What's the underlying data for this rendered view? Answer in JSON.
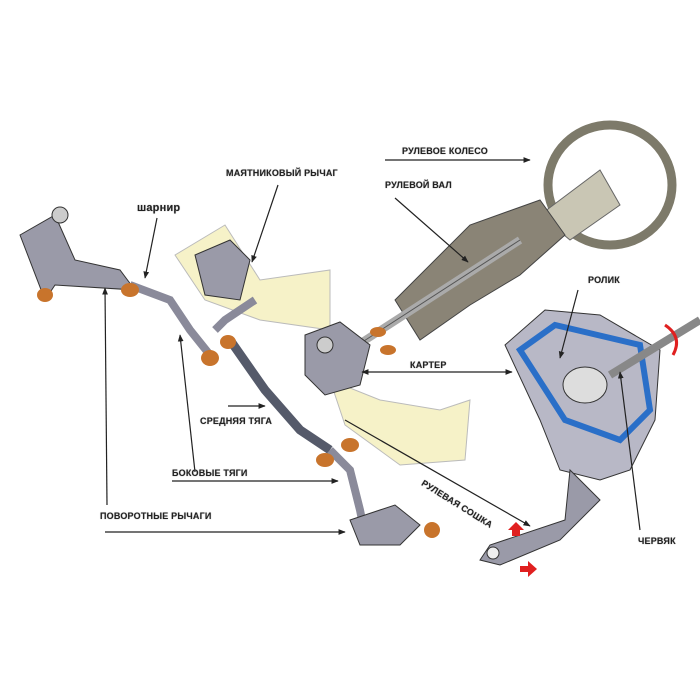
{
  "labels": {
    "steering_wheel": "РУЛЕВОЕ КОЛЕСО",
    "pendulum_arm": "МАЯТНИКОВЫЙ РЫЧАГ",
    "joint": "шарнир",
    "steering_shaft": "РУЛЕВОЙ ВАЛ",
    "roller": "РОЛИК",
    "housing": "КАРТЕР",
    "center_link": "СРЕДНЯЯ ТЯГА",
    "side_links": "БОКОВЫЕ ТЯГИ",
    "pitman_arm": "РУЛЕВАЯ СОШКА",
    "steering_arms": "ПОВОРОТНЫЕ РЫЧАГИ",
    "worm": "ЧЕРВЯК"
  },
  "colors": {
    "metal": "#8a8a9a",
    "bushing": "#c8742c",
    "body_panel": "#f6f2c8",
    "section_blue": "#2a6fc8",
    "arrow_red": "#e02020"
  }
}
